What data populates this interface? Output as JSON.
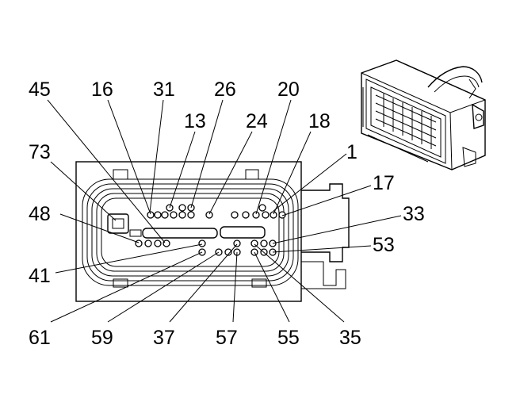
{
  "connector": {
    "pin_labels": {
      "p45": "45",
      "p16": "16",
      "p31": "31",
      "p26": "26",
      "p20": "20",
      "p13": "13",
      "p24": "24",
      "p18": "18",
      "p73": "73",
      "p1": "1",
      "p17": "17",
      "p48": "48",
      "p33": "33",
      "p53": "53",
      "p41": "41",
      "p61": "61",
      "p59": "59",
      "p37": "37",
      "p57": "57",
      "p55": "55",
      "p35": "35"
    },
    "inset_icon": "connector-3d-view-icon"
  }
}
